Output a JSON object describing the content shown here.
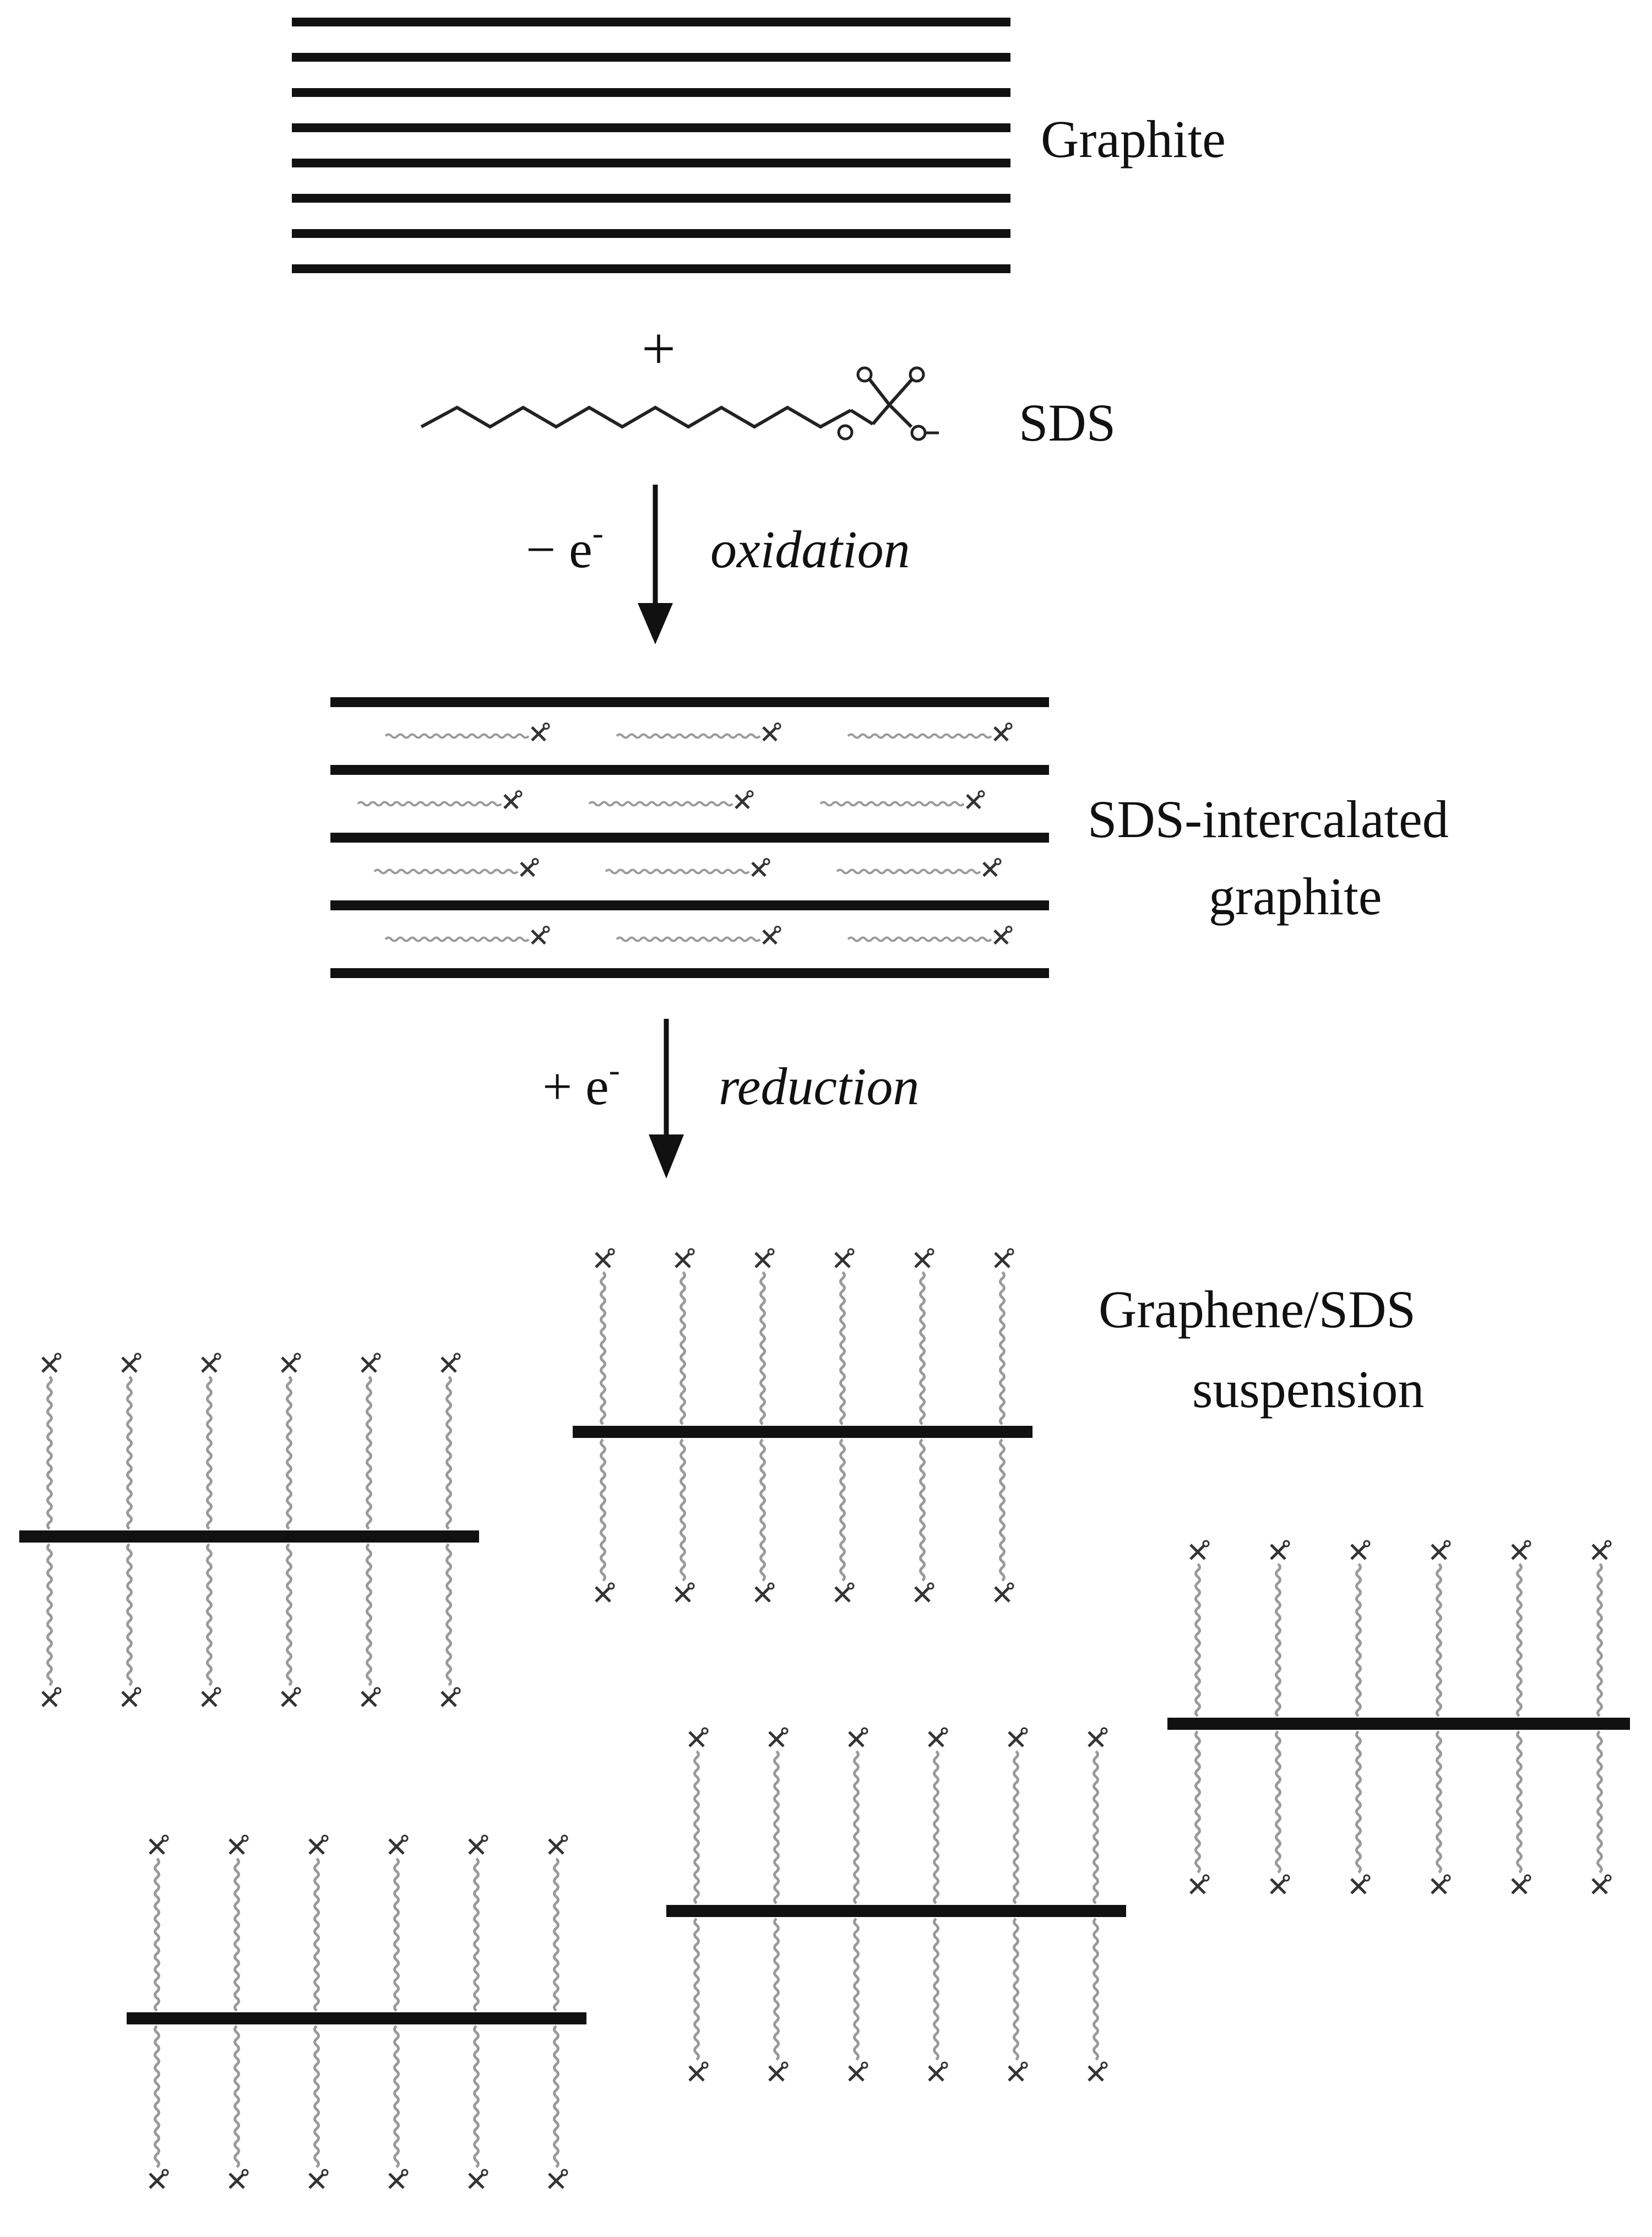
{
  "labels": {
    "graphite": "Graphite",
    "plus": "+",
    "sds": "SDS",
    "oxidation_charge": "− e",
    "oxidation_charge_sup": "-",
    "oxidation": "oxidation",
    "intercalated_line1": "SDS-intercalated",
    "intercalated_line2": "graphite",
    "reduction_charge": "+ e",
    "reduction_charge_sup": "-",
    "reduction": "reduction",
    "suspension_line1": "Graphene/SDS",
    "suspension_line2": "suspension"
  },
  "graphite": {
    "layer_count": 8
  },
  "intercalated_graphite": {
    "layer_count": 5,
    "sds_per_gap": 3
  },
  "suspension": {
    "sheet_count": 5,
    "chains_per_side": 6
  },
  "colors": {
    "ink": "#111111",
    "chain": "#9a9a9a"
  }
}
